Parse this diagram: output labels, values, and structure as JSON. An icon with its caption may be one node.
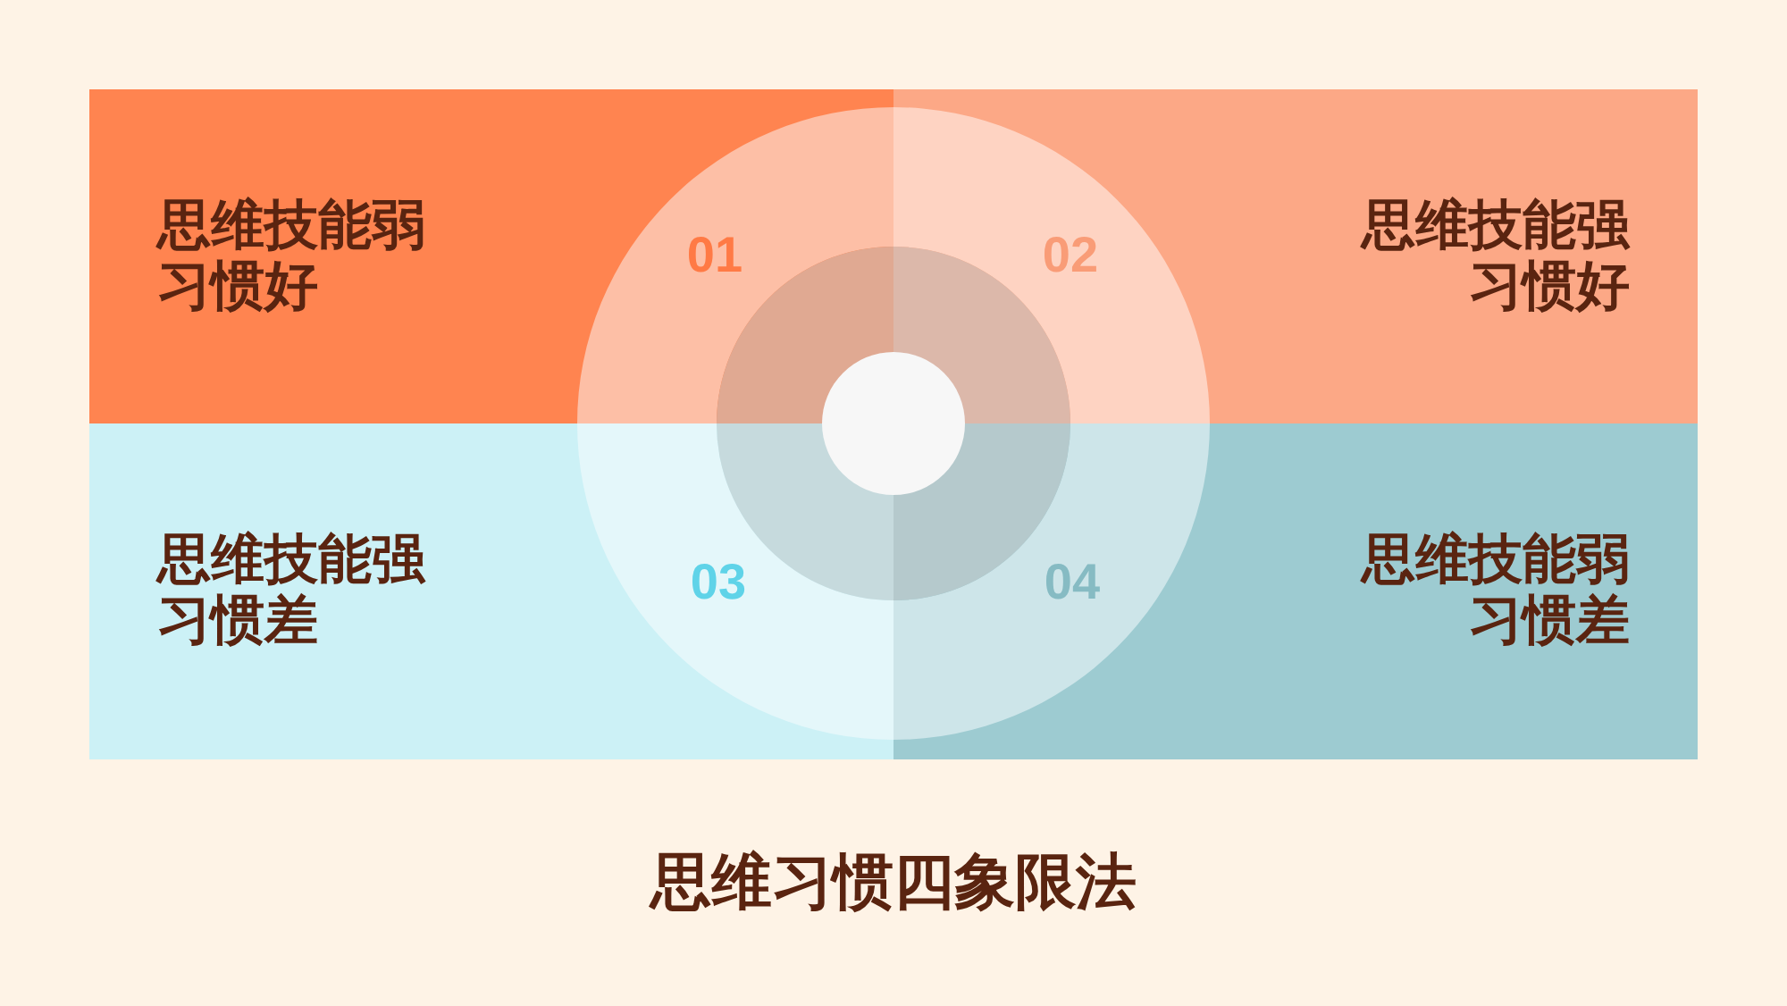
{
  "diagram": {
    "title": "思维习惯四象限法",
    "nodes": [
      {
        "text": [
          "思维技能弱",
          "习惯好"
        ]
      },
      {
        "text": [
          "思维技能强",
          "习惯好"
        ]
      },
      {
        "text": [
          "思维技能强",
          "习惯差"
        ]
      },
      {
        "text": [
          "思维技能弱",
          "习惯差"
        ]
      },
      {
        "text": [
          "01"
        ],
        "in": 0
      },
      {
        "text": [
          "02"
        ],
        "in": 1
      },
      {
        "text": [
          "03"
        ],
        "in": 2
      },
      {
        "text": [
          "04"
        ],
        "in": 3
      }
    ]
  }
}
